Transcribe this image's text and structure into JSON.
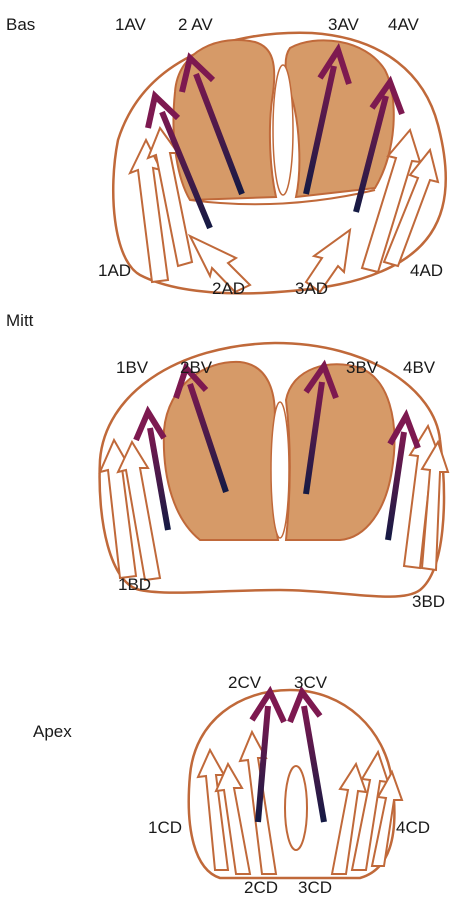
{
  "colors": {
    "outline": "#c0693a",
    "fill": "#d69a68",
    "arrow_head": "#7d1950",
    "arrow_tail": "#141a44"
  },
  "sections": {
    "base": "Bas",
    "mid": "Mitt",
    "apex": "Apex"
  },
  "labels": {
    "1AV": "1AV",
    "2AV": "2 AV",
    "3AV": "3AV",
    "4AV": "4AV",
    "1AD": "1AD",
    "2AD": "2AD",
    "3AD": "3AD",
    "4AD": "4AD",
    "1BV": "1BV",
    "2BV": "2BV",
    "3BV": "3BV",
    "4BV": "4BV",
    "1BD": "1BD",
    "3BD": "3BD",
    "2CV": "2CV",
    "3CV": "3CV",
    "1CD": "1CD",
    "4CD": "4CD",
    "2CD": "2CD",
    "3CD": "3CD"
  }
}
